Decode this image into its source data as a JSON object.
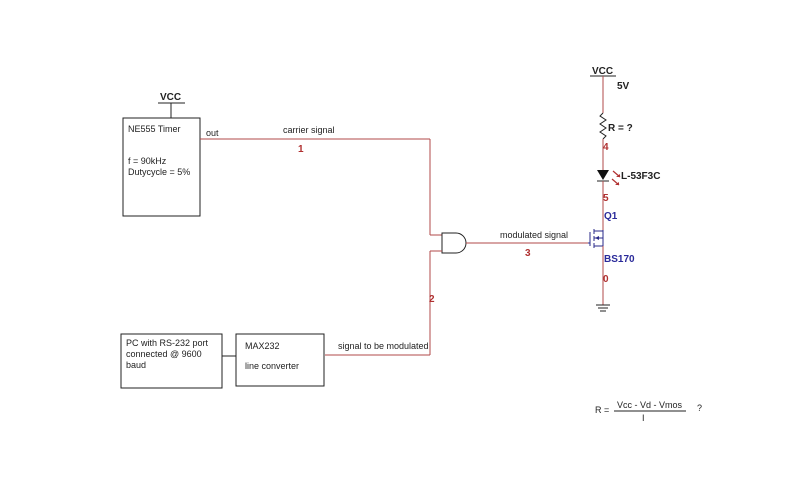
{
  "timer": {
    "vcc_label": "VCC",
    "title": "NE555 Timer",
    "out_label": "out",
    "freq": "f = 90kHz",
    "duty": "Dutycycle = 5%"
  },
  "wires": {
    "carrier_label": "carrier signal",
    "carrier_node": "1",
    "modulating_label": "signal to be modulated",
    "modulating_node": "2",
    "modulated_label": "modulated signal",
    "modulated_node": "3"
  },
  "pc": {
    "line1": "PC with RS-232 port",
    "line2": "connected @ 9600",
    "line3": "baud"
  },
  "max232": {
    "title": "MAX232",
    "subtitle": "line converter"
  },
  "led_branch": {
    "vcc_label": "VCC",
    "voltage": "5V",
    "resistor_label": "R = ?",
    "node_4": "4",
    "led_label": "L-53F3C",
    "node_5": "5",
    "transistor_ref": "Q1",
    "transistor_part": "BS170",
    "node_0": "0"
  },
  "formula": {
    "lhs": "R =",
    "numerator": "Vcc - Vd - Vmos",
    "denominator": "I",
    "suffix": "?"
  },
  "colors": {
    "wire": "#b24a4a",
    "node_label": "#b03030",
    "component_label": "#2a2a9a"
  }
}
